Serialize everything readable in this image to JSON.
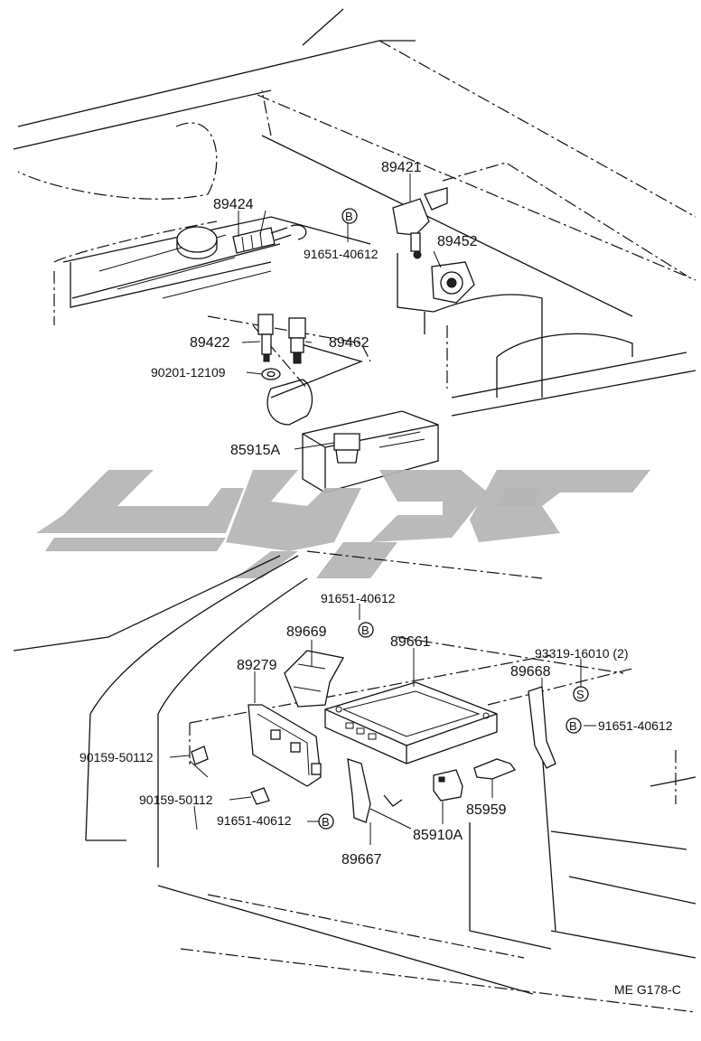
{
  "parts_top": {
    "p89421": "89421",
    "p89424": "89424",
    "p89452": "89452",
    "p89422": "89422",
    "p89462": "89462",
    "p90201": "90201-12109",
    "p85915A": "85915A",
    "bolt_B": "91651-40612"
  },
  "parts_bottom": {
    "bolt_B_top": "91651-40612",
    "p89669": "89669",
    "p89661": "89661",
    "screw_S": "93319-16010 (2)",
    "p89668": "89668",
    "bolt_B_right": "91651-40612",
    "p89279": "89279",
    "screw1": "90159-50112",
    "screw2": "90159-50112",
    "bolt_B_left": "91651-40612",
    "p85959": "85959",
    "p85910A": "85910A",
    "p89667": "89667"
  },
  "badges": {
    "b": "B",
    "s": "S"
  },
  "figure_code": "ME G178-C",
  "watermark_color": "#b4b4b4"
}
